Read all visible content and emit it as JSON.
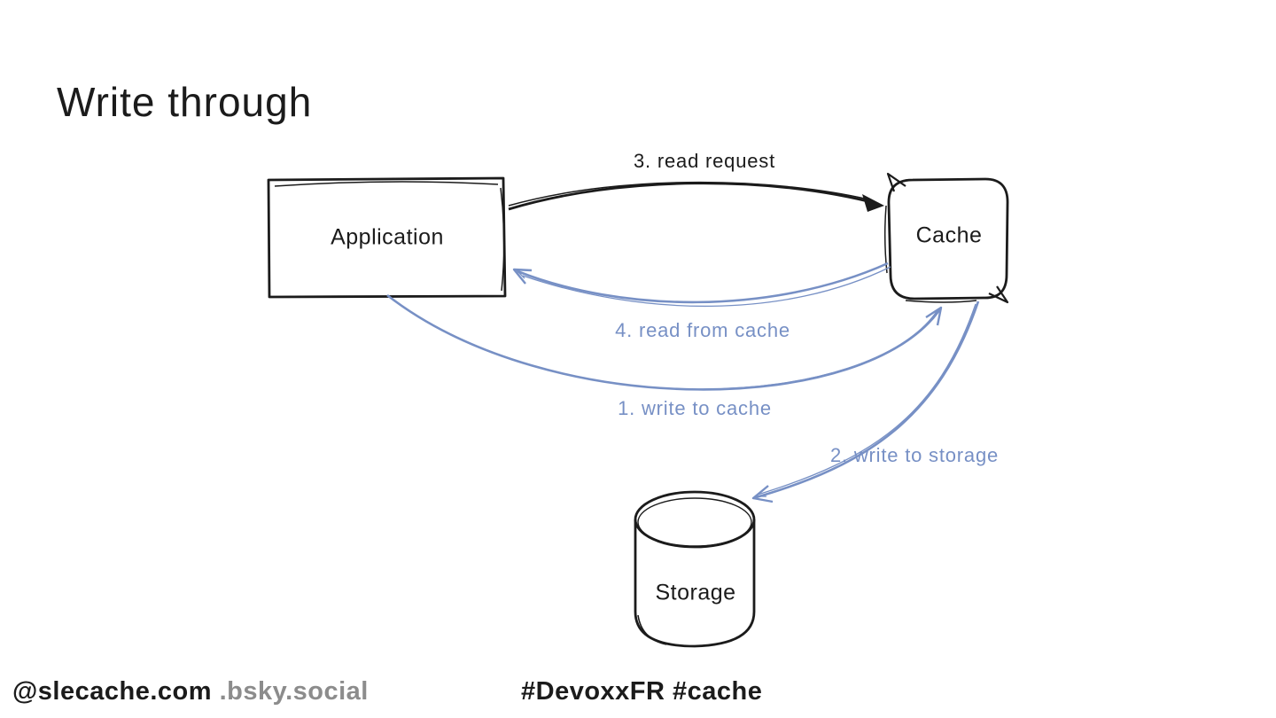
{
  "title": "Write through",
  "colors": {
    "ink": "#1b1b1b",
    "accent": "#7790c5",
    "muted": "#8c8c8c",
    "background": "#ffffff"
  },
  "nodes": {
    "application": {
      "label": "Application",
      "shape": "rectangle"
    },
    "cache": {
      "label": "Cache",
      "shape": "rounded-square"
    },
    "storage": {
      "label": "Storage",
      "shape": "cylinder"
    }
  },
  "arrows": [
    {
      "label": "1. write to cache",
      "from": "application",
      "to": "cache",
      "color": "#7790c5"
    },
    {
      "label": "2. write to storage",
      "from": "cache",
      "to": "storage",
      "color": "#7790c5"
    },
    {
      "label": "3. read request",
      "from": "application",
      "to": "cache",
      "color": "#1b1b1b"
    },
    {
      "label": "4. read from cache",
      "from": "cache",
      "to": "application",
      "color": "#7790c5"
    }
  ],
  "footer": {
    "handle_primary": "@slecache.com",
    "handle_secondary": ".bsky.social",
    "hashtags": "#DevoxxFR #cache"
  }
}
